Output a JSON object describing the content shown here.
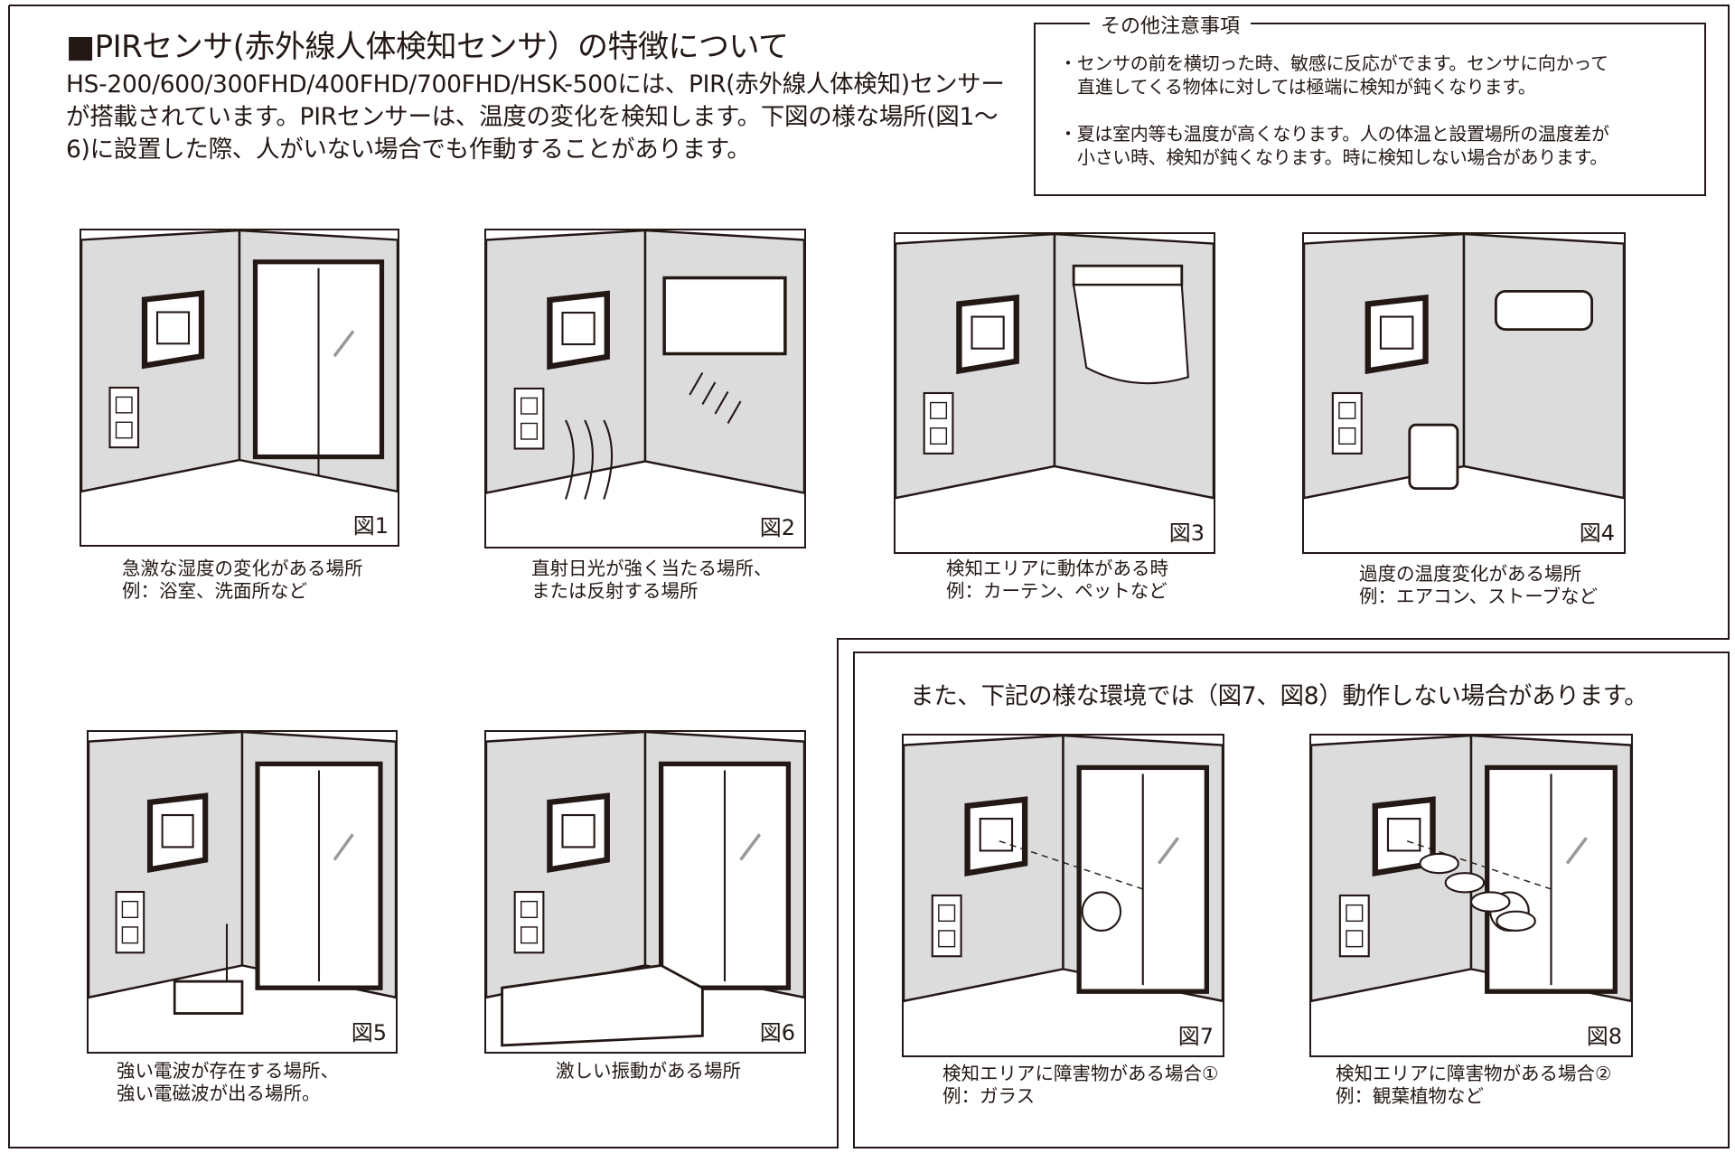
{
  "title": "■PIRセンサ(赤外線人体検知センサ）の特徴について",
  "intro": "HS-200/600/300FHD/400FHD/700FHD/HSK-500には、PIR(赤外線人体検知)センサーが搭載されています。PIRセンサーは、温度の変化を検知します。下図の様な場所(図1～6)に設置した際、人がいない場合でも作動することがあります。",
  "notes": {
    "legend": "その他注意事項",
    "items": [
      {
        "line1": "・センサの前を横切った時、敏感に反応がでます。センサに向かって",
        "line2": "直進してくる物体に対しては極端に検知が鈍くなります。"
      },
      {
        "line1": "・夏は室内等も温度が高くなります。人の体温と設置場所の温度差が",
        "line2": "小さい時、検知が鈍くなります。時に検知しない場合があります。"
      }
    ]
  },
  "subheading": "また、下記の様な環境では（図7、図8）動作しない場合があります。",
  "figures": [
    {
      "label": "図1",
      "caption1": "急激な湿度の変化がある場所",
      "caption2": "例：浴室、洗面所など",
      "scene": "bath"
    },
    {
      "label": "図2",
      "caption1": "直射日光が強く当たる場所、",
      "caption2": "または反射する場所",
      "scene": "sun"
    },
    {
      "label": "図3",
      "caption1": "検知エリアに動体がある時",
      "caption2": "例：カーテン、ペットなど",
      "scene": "curtain"
    },
    {
      "label": "図4",
      "caption1": "過度の温度変化がある場所",
      "caption2": "例：エアコン、ストーブなど",
      "scene": "heater"
    },
    {
      "label": "図5",
      "caption1": "強い電波が存在する場所、",
      "caption2": "強い電磁波が出る場所。",
      "scene": "radio"
    },
    {
      "label": "図6",
      "caption1": "激しい振動がある場所",
      "caption2": "",
      "scene": "vibration"
    },
    {
      "label": "図7",
      "caption1": "検知エリアに障害物がある場合①",
      "caption2": "例：ガラス",
      "scene": "glass"
    },
    {
      "label": "図8",
      "caption1": "検知エリアに障害物がある場合②",
      "caption2": "例：観葉植物など",
      "scene": "plant"
    }
  ],
  "colors": {
    "wall": "#dcdcdc",
    "ink": "#231815"
  }
}
